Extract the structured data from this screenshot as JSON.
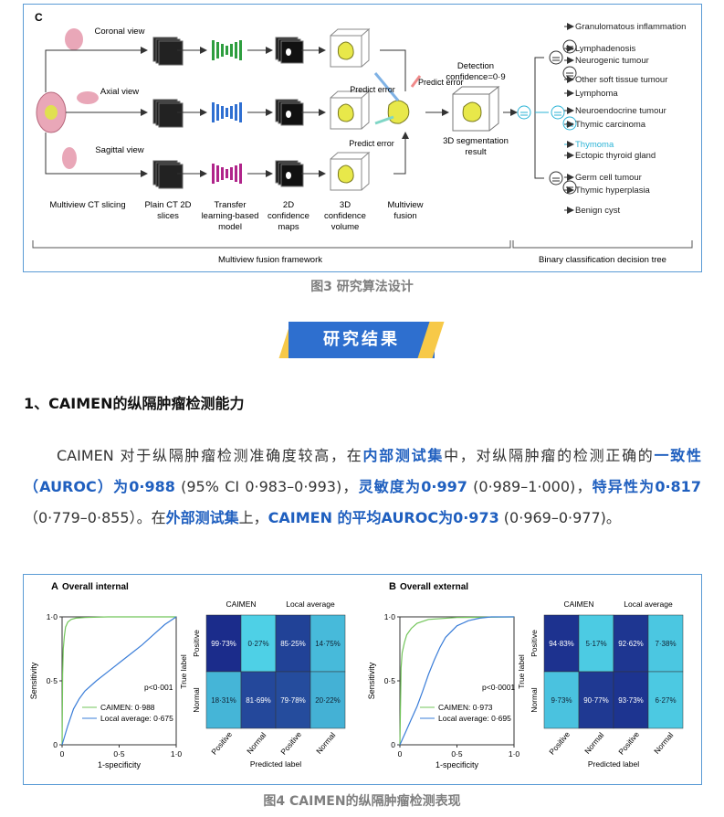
{
  "figure3": {
    "panel_letter": "C",
    "views": [
      "Coronal view",
      "Axial view",
      "Sagittal view"
    ],
    "stage_labels": [
      "Multiview CT slicing",
      "Plain CT 2D slices",
      "Transfer learning-based model",
      "2D confidence maps",
      "3D confidence volume",
      "Multiview fusion"
    ],
    "predict_error_labels": [
      "Predict error",
      "Predict error",
      "Predict error"
    ],
    "detection_confidence": "Detection confidence=0·9",
    "segmentation_result": "3D segmentation result",
    "tree_leaves": [
      "Granulomatous inflammation",
      "Lymphadenosis",
      "Neurogenic tumour",
      "Other soft tissue tumour",
      "Lymphoma",
      "Neuroendocrine tumour",
      "Thymic carcinoma",
      "Thymoma",
      "Ectopic thyroid gland",
      "Germ cell tumour",
      "Thymic hyperplasia",
      "Benign cyst"
    ],
    "framework_label": "Multiview fusion framework",
    "tree_label": "Binary classification decision tree",
    "caption": "图3 研究算法设计",
    "colors": {
      "green": "#2e9e3f",
      "blue": "#2f6fd1",
      "magenta": "#b0248a",
      "cyan": "#2bb3d6",
      "yellow": "#e8e84a"
    }
  },
  "section_banner": "研究结果",
  "heading": "1、CAIMEN的纵隔肿瘤检测能力",
  "paragraph": [
    {
      "t": "CAIMEN 对于纵隔肿瘤检测准确度较高，在",
      "hl": false
    },
    {
      "t": "内部测试集",
      "hl": true
    },
    {
      "t": "中，对纵隔肿瘤的检测正确的",
      "hl": false
    },
    {
      "t": "一致性（AUROC）为0·988",
      "hl": true
    },
    {
      "t": " (95% CI 0·983–0·993)，",
      "hl": false
    },
    {
      "t": "灵敏度为0·997",
      "hl": true
    },
    {
      "t": " (0·989–1·000)，",
      "hl": false
    },
    {
      "t": "特异性为0·817",
      "hl": true
    },
    {
      "t": "（0·779–0·855）。在",
      "hl": false
    },
    {
      "t": "外部测试集",
      "hl": true
    },
    {
      "t": "上，",
      "hl": false
    },
    {
      "t": "CAIMEN 的平均AUROC为0·973",
      "hl": true
    },
    {
      "t": " (0·969–0·977)。",
      "hl": false
    }
  ],
  "figure4": {
    "caption": "图4 CAIMEN的纵隔肿瘤检测表现",
    "panels": [
      {
        "letter": "A",
        "title": "Overall internal",
        "pvalue": "p<0·001",
        "legend": [
          "CAIMEN: 0·988",
          "Local average: 0·675"
        ],
        "xlabel": "1-specificity",
        "ylabel": "Sensitivity",
        "xticks": [
          "0",
          "0·5",
          "1·0"
        ],
        "yticks": [
          "0",
          "0·5",
          "1·0"
        ],
        "cm_headers": [
          "CAIMEN",
          "Local average"
        ],
        "cm_cells": [
          [
            "99·73%",
            "0·27%",
            "85·25%",
            "14·75%"
          ],
          [
            "18·31%",
            "81·69%",
            "79·78%",
            "20·22%"
          ]
        ],
        "cm_strength": [
          [
            0.99,
            0.02,
            0.86,
            0.15
          ],
          [
            0.18,
            0.82,
            0.8,
            0.2
          ]
        ],
        "cm_rows": [
          "Positive",
          "Normal"
        ],
        "cm_cols": [
          "Positive",
          "Normal",
          "Positive",
          "Normal"
        ],
        "cm_xlabel": "Predicted label",
        "cm_ylabel": "True label"
      },
      {
        "letter": "B",
        "title": "Overall external",
        "pvalue": "p<0·0001",
        "legend": [
          "CAIMEN: 0·973",
          "Local average: 0·695"
        ],
        "xlabel": "1-specificity",
        "ylabel": "Sensitivity",
        "xticks": [
          "0",
          "0·5",
          "1·0"
        ],
        "yticks": [
          "0",
          "0·5",
          "1·0"
        ],
        "cm_headers": [
          "CAIMEN",
          "Local average"
        ],
        "cm_cells": [
          [
            "94·83%",
            "5·17%",
            "92·62%",
            "7·38%"
          ],
          [
            "9·73%",
            "90·77%",
            "93·73%",
            "6·27%"
          ]
        ],
        "cm_strength": [
          [
            0.95,
            0.05,
            0.93,
            0.07
          ],
          [
            0.1,
            0.91,
            0.94,
            0.06
          ]
        ],
        "cm_rows": [
          "Positive",
          "Normal"
        ],
        "cm_cols": [
          "Positive",
          "Normal",
          "Positive",
          "Normal"
        ],
        "cm_xlabel": "Predicted label",
        "cm_ylabel": "True label"
      }
    ]
  },
  "chart_data": [
    {
      "type": "line",
      "title": "Overall internal",
      "xlabel": "1-specificity",
      "ylabel": "Sensitivity",
      "xlim": [
        0,
        1
      ],
      "ylim": [
        0,
        1
      ],
      "series": [
        {
          "name": "CAIMEN: 0·988",
          "x": [
            0,
            0.005,
            0.01,
            0.02,
            0.03,
            0.05,
            0.08,
            0.12,
            0.2,
            0.4,
            1.0
          ],
          "y": [
            0,
            0.55,
            0.75,
            0.85,
            0.92,
            0.96,
            0.98,
            0.99,
            0.995,
            1.0,
            1.0
          ]
        },
        {
          "name": "Local average: 0·675",
          "x": [
            0,
            0.05,
            0.1,
            0.15,
            0.2,
            0.3,
            0.4,
            0.5,
            0.6,
            0.7,
            0.8,
            0.9,
            1.0
          ],
          "y": [
            0,
            0.15,
            0.28,
            0.36,
            0.42,
            0.5,
            0.57,
            0.64,
            0.71,
            0.78,
            0.86,
            0.94,
            1.0
          ]
        }
      ]
    },
    {
      "type": "line",
      "title": "Overall external",
      "xlabel": "1-specificity",
      "ylabel": "Sensitivity",
      "xlim": [
        0,
        1
      ],
      "ylim": [
        0,
        1
      ],
      "series": [
        {
          "name": "CAIMEN: 0·973",
          "x": [
            0,
            0.01,
            0.02,
            0.04,
            0.06,
            0.1,
            0.15,
            0.25,
            0.5,
            1.0
          ],
          "y": [
            0,
            0.6,
            0.72,
            0.8,
            0.86,
            0.91,
            0.95,
            0.98,
            0.995,
            1.0
          ]
        },
        {
          "name": "Local average: 0·695",
          "x": [
            0,
            0.05,
            0.1,
            0.15,
            0.2,
            0.25,
            0.3,
            0.35,
            0.4,
            0.5,
            0.6,
            0.7,
            0.8,
            1.0
          ],
          "y": [
            0,
            0.1,
            0.2,
            0.3,
            0.42,
            0.55,
            0.66,
            0.76,
            0.84,
            0.93,
            0.97,
            0.99,
            1.0,
            1.0
          ]
        }
      ]
    },
    {
      "type": "heatmap",
      "title": "Overall internal",
      "xlabel": "Predicted label",
      "ylabel": "True label",
      "x": [
        "Positive",
        "Normal",
        "Positive",
        "Normal"
      ],
      "y": [
        "Positive",
        "Normal"
      ],
      "values": [
        [
          99.73,
          0.27,
          85.25,
          14.75
        ],
        [
          18.31,
          81.69,
          79.78,
          20.22
        ]
      ]
    },
    {
      "type": "heatmap",
      "title": "Overall external",
      "xlabel": "Predicted label",
      "ylabel": "True label",
      "x": [
        "Positive",
        "Normal",
        "Positive",
        "Normal"
      ],
      "y": [
        "Positive",
        "Normal"
      ],
      "values": [
        [
          94.83,
          5.17,
          92.62,
          7.38
        ],
        [
          9.73,
          90.77,
          93.73,
          6.27
        ]
      ]
    }
  ]
}
